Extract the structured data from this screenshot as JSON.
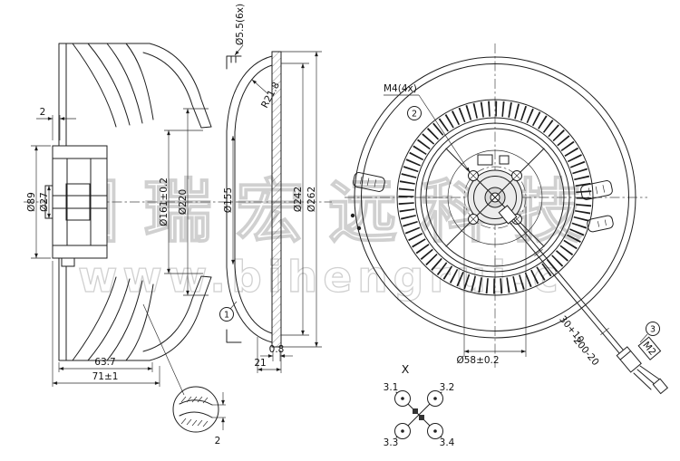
{
  "watermark": {
    "cn_text": "国瑞宏远科技",
    "url_text": "www.bihengrui.c"
  },
  "side_view": {
    "dim_gap_2": "2",
    "dim_motor_diameter": "Ø89",
    "dim_boss_diameter": "Ø27",
    "dim_depth_637": "63.7",
    "dim_overall_depth": "71±1",
    "dim_inlet_diameter": "Ø161±0.2",
    "dim_wheel_diameter": "Ø220",
    "detail_gap": "2"
  },
  "inlet_ring_section": {
    "dim_holes": "Ø5.5(6x)",
    "dim_bell_radius": "R21.8",
    "dim_throat_diameter": "Ø155",
    "dim_bolt_circle": "Ø242",
    "dim_outer_diameter": "Ø262",
    "dim_flange_depth": "21",
    "dim_lip": "0.8",
    "balloon_1": "1"
  },
  "front_view": {
    "dim_mounting_screws": "M4(4x)",
    "balloon_2": "2",
    "dim_pitch_circle": "Ø58±0.2",
    "cable_dim_exit": "30+10",
    "cable_dim_length": "200-20",
    "cable_tag": "M2",
    "balloon_3": "3"
  },
  "connector_detail": {
    "label": "X",
    "pins": [
      "3.1",
      "3.2",
      "3.3",
      "3.4"
    ]
  }
}
